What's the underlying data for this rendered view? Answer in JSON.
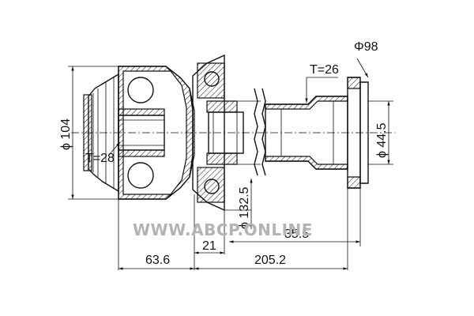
{
  "dimensions": {
    "flange_diameter": "Φ98",
    "thread_right": "T=26",
    "outer_diameter": "ϕ 104",
    "thread_left": "T=28",
    "shaft_diameter": "ϕ 44.5",
    "pcd": "ϕ 132.5",
    "length_35": "35.5",
    "length_21": "21",
    "length_63": "63.6",
    "length_205": "205.2"
  },
  "watermark": "WWW.ABCP.ONLINE"
}
